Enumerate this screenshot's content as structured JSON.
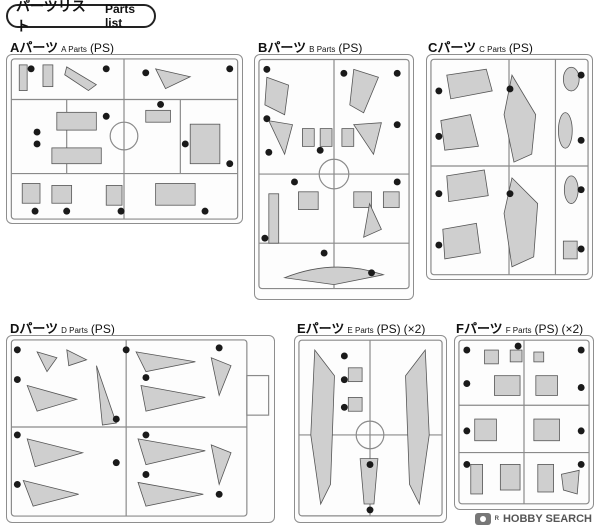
{
  "title": {
    "jp": "パーツリスト",
    "en": "Parts list"
  },
  "sheets": [
    {
      "id": "A",
      "letter": "Aパーツ",
      "sub": "A Parts",
      "finish": "(PS)",
      "qty": ""
    },
    {
      "id": "B",
      "letter": "Bパーツ",
      "sub": "B Parts",
      "finish": "(PS)",
      "qty": ""
    },
    {
      "id": "C",
      "letter": "Cパーツ",
      "sub": "C Parts",
      "finish": "(PS)",
      "qty": ""
    },
    {
      "id": "D",
      "letter": "Dパーツ",
      "sub": "D Parts",
      "finish": "(PS)",
      "qty": ""
    },
    {
      "id": "E",
      "letter": "Eパーツ",
      "sub": "E Parts",
      "finish": "(PS)",
      "qty": "(×2)"
    },
    {
      "id": "F",
      "letter": "Fパーツ",
      "sub": "F Parts",
      "finish": "(PS)",
      "qty": "(×2)"
    }
  ],
  "watermark": {
    "brand": "HOBBY SEARCH",
    "mark": "R"
  },
  "colors": {
    "runner": "#8a8a8a",
    "part_fill": "#cfcfcf",
    "number_badge": "#1a1a1a"
  }
}
